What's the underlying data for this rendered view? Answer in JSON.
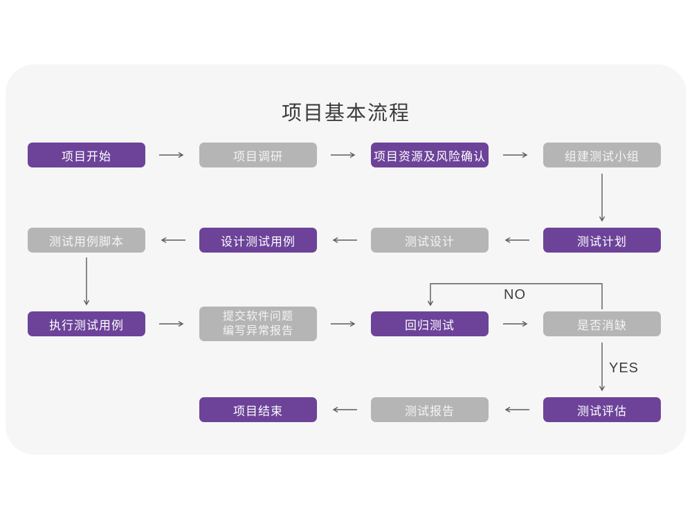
{
  "title": "项目基本流程",
  "nodes": [
    {
      "id": "project-start",
      "label": "项目开始",
      "type": "purple"
    },
    {
      "id": "project-research",
      "label": "项目调研",
      "type": "gray"
    },
    {
      "id": "resource-risk",
      "label": "项目资源及风险确认",
      "type": "purple"
    },
    {
      "id": "build-test-team",
      "label": "组建测试小组",
      "type": "gray"
    },
    {
      "id": "test-plan",
      "label": "测试计划",
      "type": "purple"
    },
    {
      "id": "test-design",
      "label": "测试设计",
      "type": "gray"
    },
    {
      "id": "design-test-cases",
      "label": "设计测试用例",
      "type": "purple"
    },
    {
      "id": "test-case-scripts",
      "label": "测试用例脚本",
      "type": "gray"
    },
    {
      "id": "execute-test-cases",
      "label": "执行测试用例",
      "type": "purple"
    },
    {
      "id": "submit-issue-report",
      "label": "提交软件问题\n编写异常报告",
      "type": "gray"
    },
    {
      "id": "regression-test",
      "label": "回归测试",
      "type": "purple"
    },
    {
      "id": "defect-cleared",
      "label": "是否消缺",
      "type": "gray"
    },
    {
      "id": "test-evaluation",
      "label": "测试评估",
      "type": "purple"
    },
    {
      "id": "test-report",
      "label": "测试报告",
      "type": "gray"
    },
    {
      "id": "project-end",
      "label": "项目结束",
      "type": "purple"
    }
  ],
  "edge_labels": {
    "no": "NO",
    "yes": "YES"
  },
  "colors": {
    "purple": "#6C4399",
    "gray": "#B5B5B5",
    "card_bg": "#F6F6F6",
    "arrow": "#5A5A5A",
    "title_text": "#3C3C3C"
  }
}
